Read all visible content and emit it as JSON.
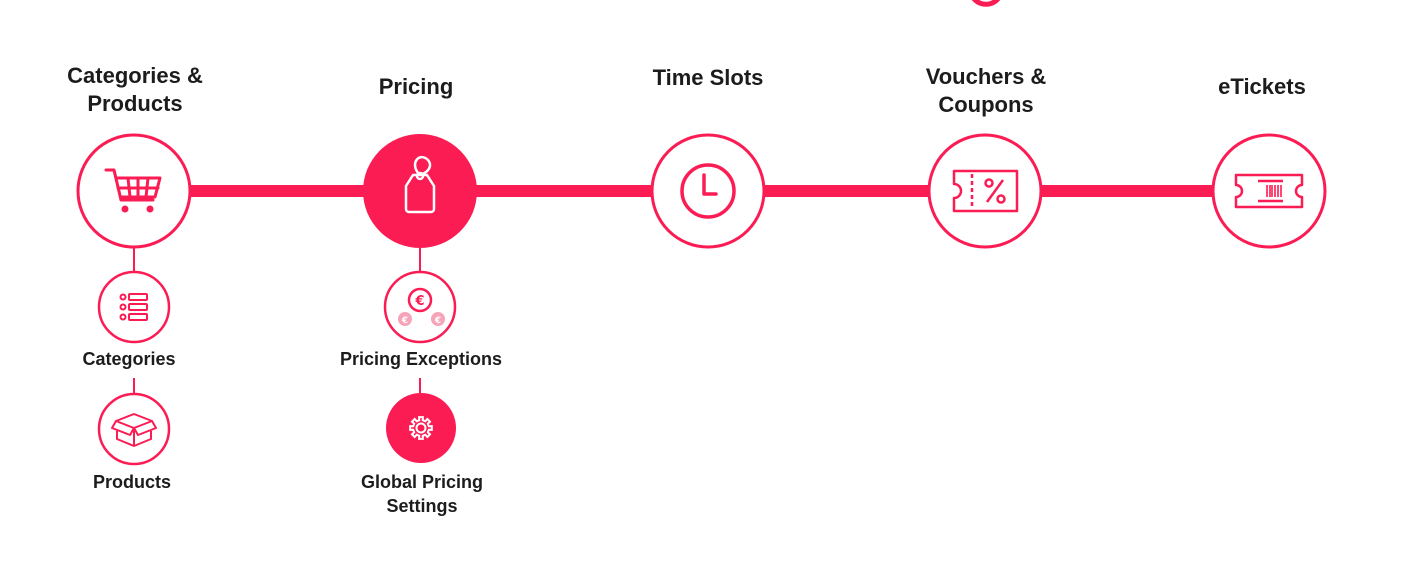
{
  "steps": [
    {
      "label": "Categories &\nProducts",
      "icon": "cart-icon",
      "active": false
    },
    {
      "label": "Pricing",
      "icon": "price-tag-icon",
      "active": true
    },
    {
      "label": "Time Slots",
      "icon": "clock-icon",
      "active": false
    },
    {
      "label": "Vouchers &\nCoupons",
      "icon": "voucher-percent-icon",
      "active": false
    },
    {
      "label": "eTickets",
      "icon": "eticket-icon",
      "active": false
    }
  ],
  "sub_steps": {
    "categories_products": [
      {
        "label": "Categories",
        "icon": "list-icon",
        "active": false
      },
      {
        "label": "Products",
        "icon": "box-icon",
        "active": false
      }
    ],
    "pricing": [
      {
        "label": "Pricing Exceptions",
        "icon": "euro-coins-icon",
        "active": false
      },
      {
        "label": "Global Pricing\nSettings",
        "icon": "gear-icon",
        "active": true
      }
    ]
  },
  "colors": {
    "accent": "#fb1c54",
    "text": "#1c1c1c",
    "background": "#ffffff",
    "light_accent": "#f7a3b8"
  }
}
